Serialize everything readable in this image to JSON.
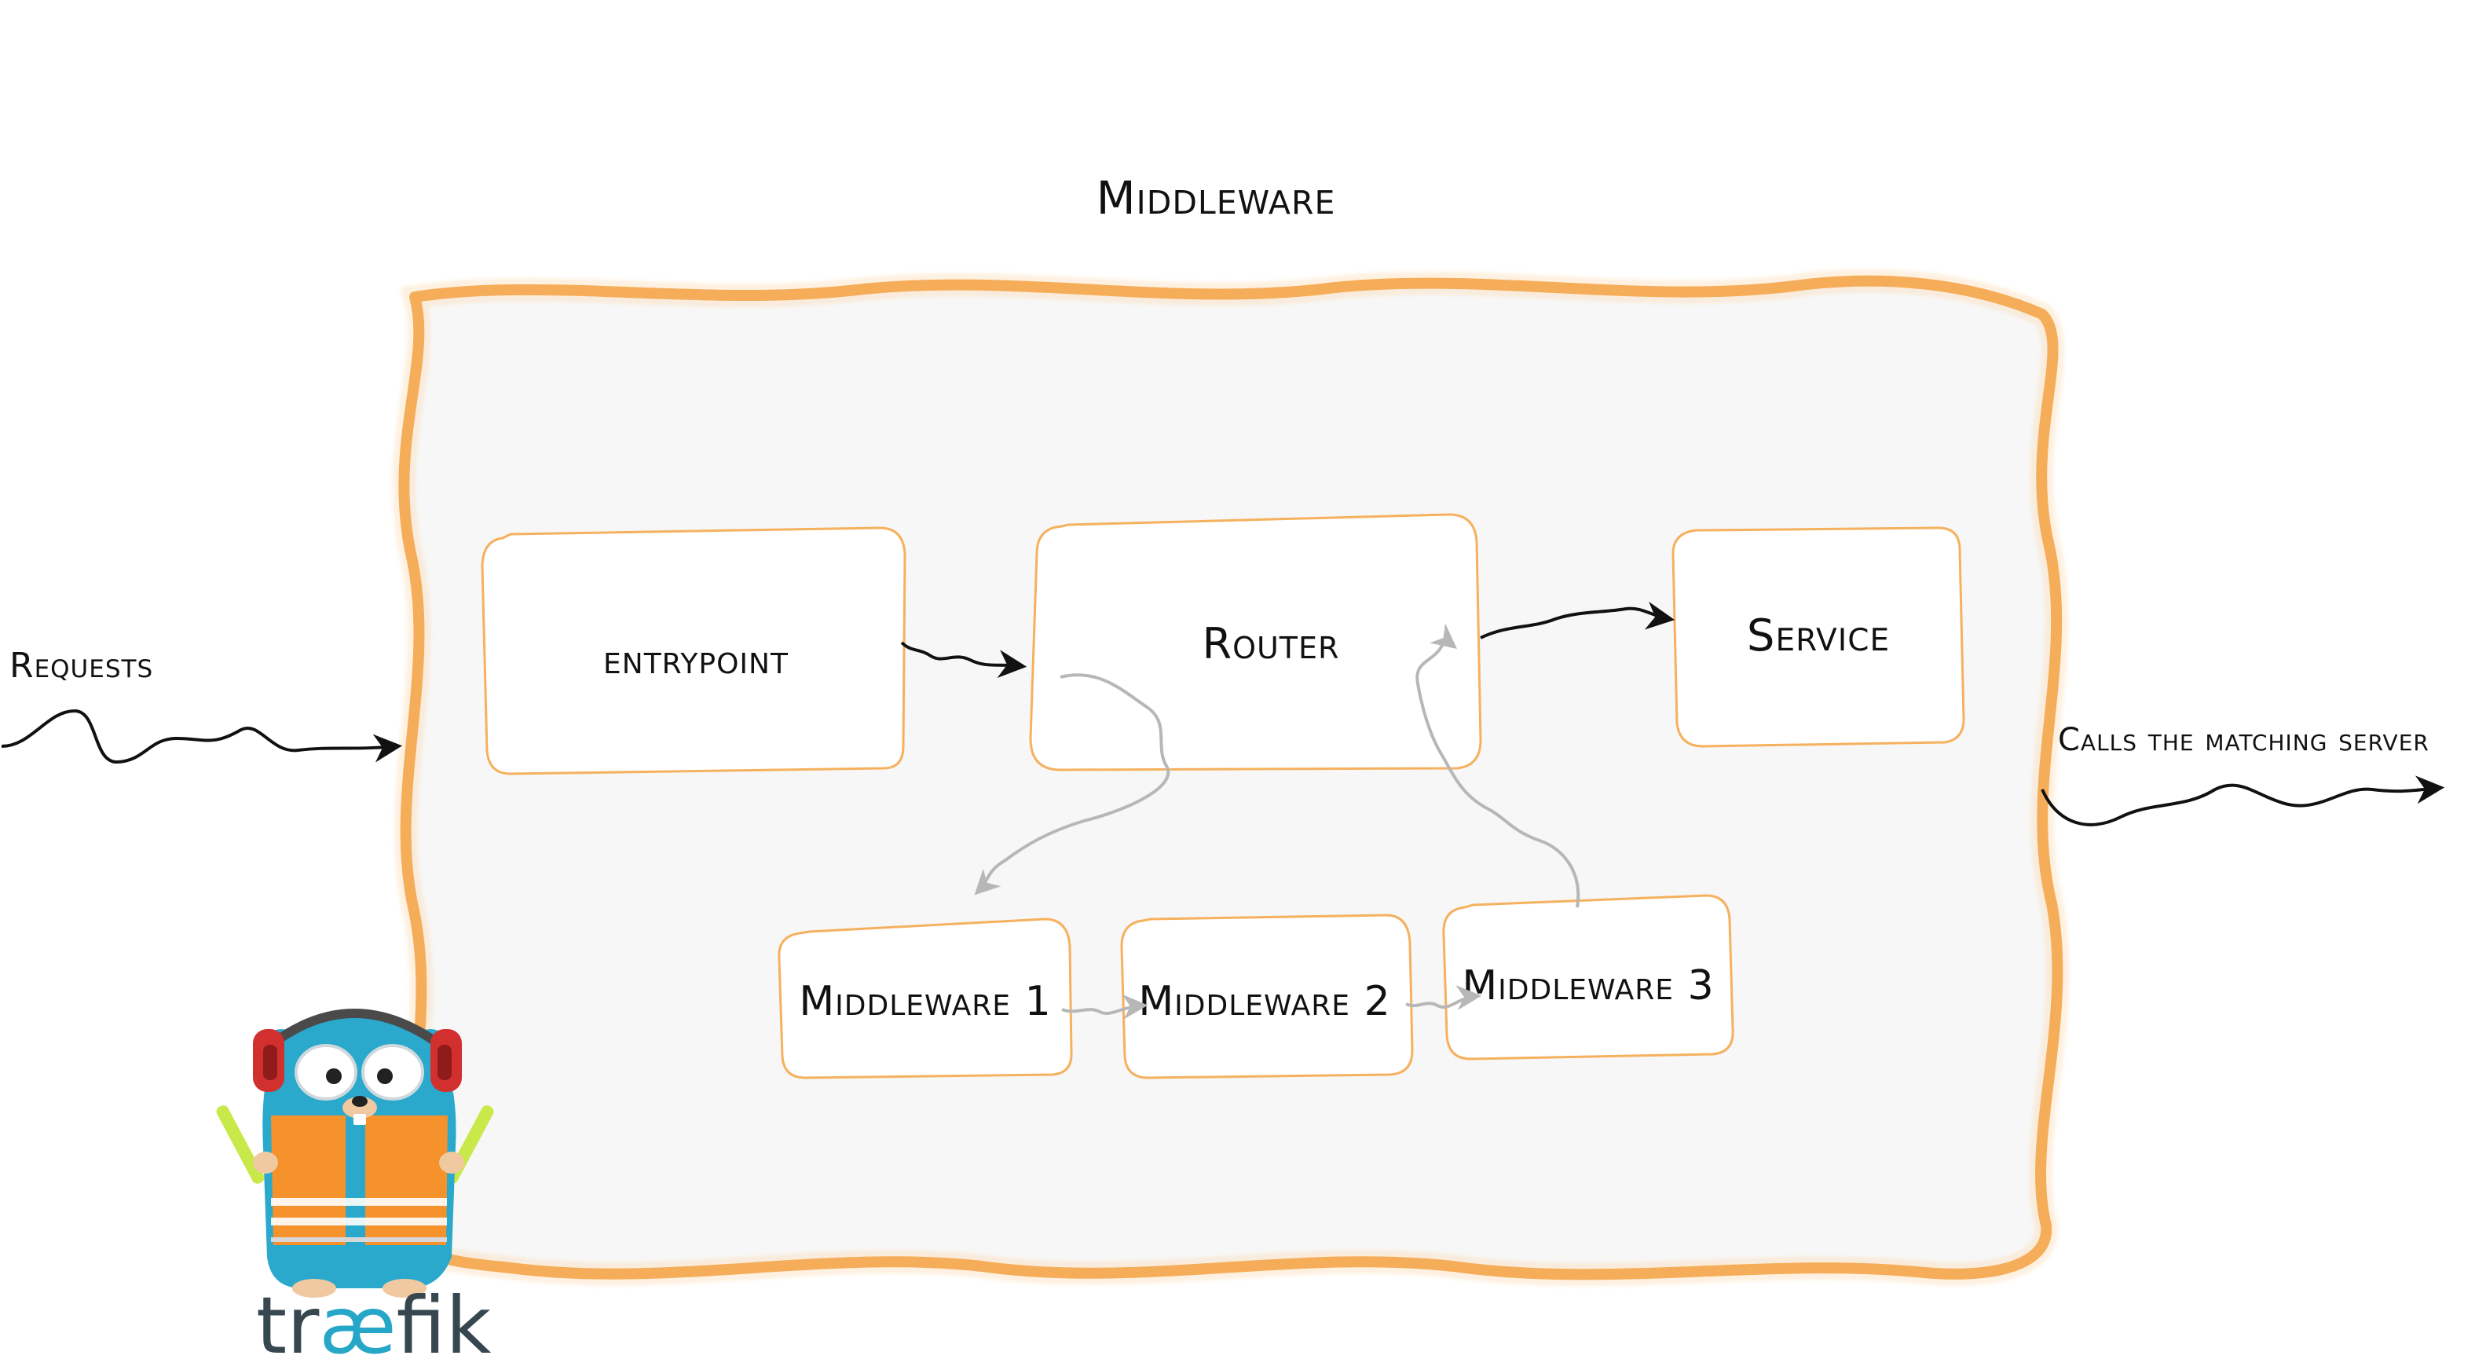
{
  "title": "Middleware",
  "requests_label": "Requests",
  "output_label": "Calls the matching server",
  "nodes": {
    "entrypoint": "entrypoint",
    "router": "Router",
    "service": "Service",
    "middleware1": "Middleware 1",
    "middleware2": "Middleware 2",
    "middleware3": "Middleware 3"
  },
  "logo": {
    "part1": "tr",
    "part2": "æ",
    "part3": "fik"
  },
  "colors": {
    "frame_orange": "#f2972e",
    "frame_fill": "#f7f7f7",
    "box_border": "#f5b15e",
    "main_arrow": "#111111",
    "flow_arrow": "#b7b7b7",
    "logo_dark": "#37474f",
    "logo_accent": "#26a7c8",
    "gopher_blue": "#2aa9cc",
    "vest_orange": "#f5922b"
  },
  "icons": {
    "mascot": "gopher-mascot-icon"
  }
}
